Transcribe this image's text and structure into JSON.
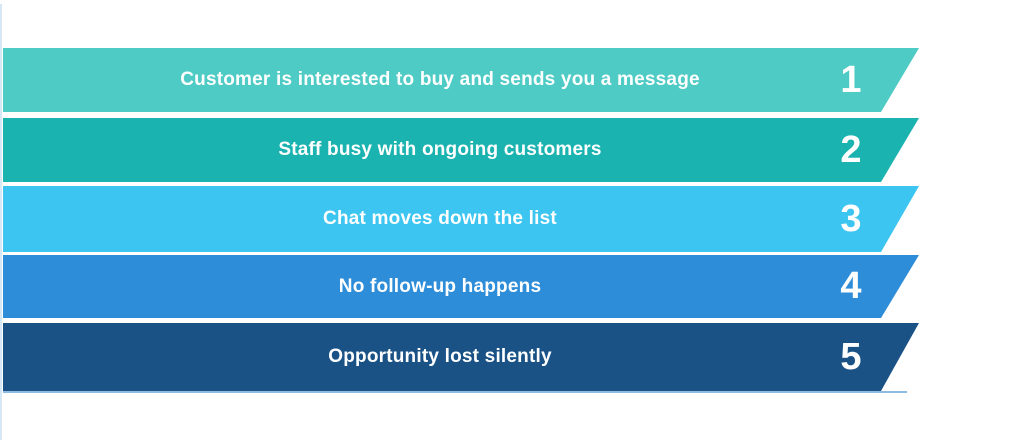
{
  "diagram": {
    "type": "process-steps",
    "background": "#ffffff",
    "text_color": "#ffffff",
    "frame_left_color": "#d6e7f6",
    "underline_color": "#8fbbe0",
    "steps": [
      {
        "number": "1",
        "label": "Customer is interested to buy and sends you a message",
        "color": "#4dcbc4"
      },
      {
        "number": "2",
        "label": "Staff busy with ongoing customers",
        "color": "#1ab3b0"
      },
      {
        "number": "3",
        "label": "Chat moves down the list",
        "color": "#3bc5f0"
      },
      {
        "number": "4",
        "label": "No follow-up happens",
        "color": "#2e8dd8"
      },
      {
        "number": "5",
        "label": "Opportunity lost silently",
        "color": "#1a5286"
      }
    ]
  }
}
